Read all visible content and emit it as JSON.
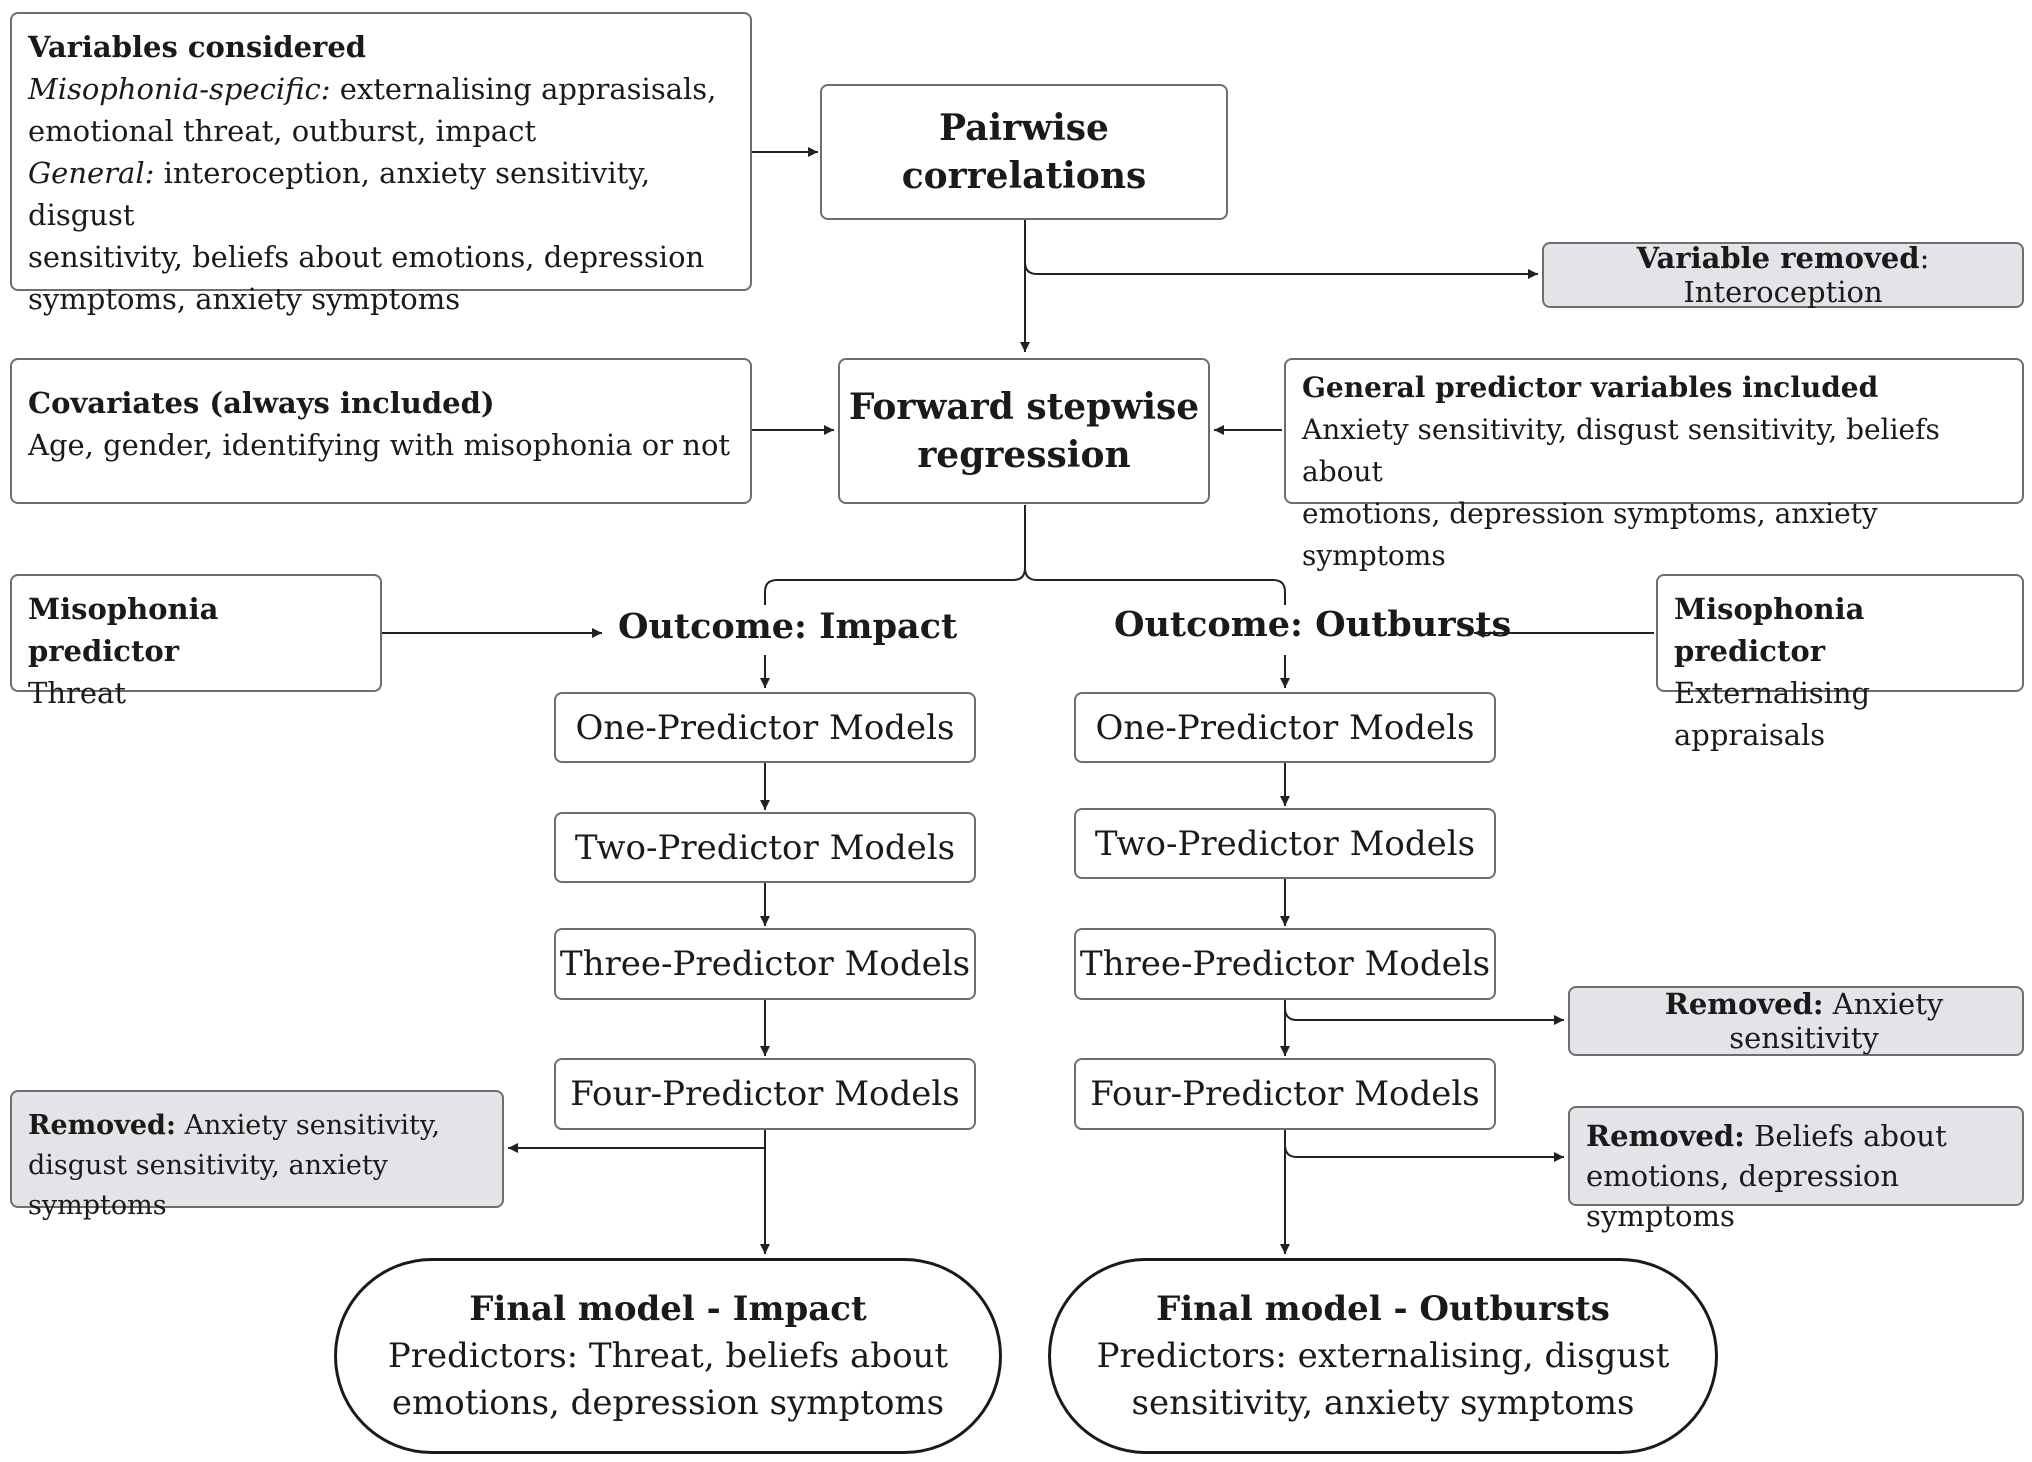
{
  "variables": {
    "title": "Variables considered",
    "line1_label": "Misophonia-specific:",
    "line1_text": " externalising apprasisals,",
    "line2": "emotional threat, outburst, impact",
    "line3_label": "General:",
    "line3_text": " interoception, anxiety sensitivity, disgust",
    "line4": "sensitivity, beliefs about emotions, depression",
    "line5": "symptoms, anxiety symptoms"
  },
  "pairwise": {
    "label": "Pairwise correlations"
  },
  "variable_removed": {
    "label": "Variable removed",
    "text": ": Interoception"
  },
  "covariates": {
    "title": "Covariates (always included)",
    "text": "Age, gender, identifying with misophonia or not"
  },
  "forward": {
    "line1": "Forward stepwise",
    "line2": "regression"
  },
  "general_predictors": {
    "title": "General predictor variables included",
    "line1": "Anxiety sensitivity, disgust sensitivity, beliefs about",
    "line2": "emotions, depression symptoms, anxiety symptoms"
  },
  "misophonia_left": {
    "title": "Misophonia predictor",
    "text": "Threat"
  },
  "misophonia_right": {
    "title": "Misophonia predictor",
    "text": "Externalising appraisals"
  },
  "outcome_impact": "Outcome: Impact",
  "outcome_outbursts": "Outcome: Outbursts",
  "impact_steps": [
    "One-Predictor Models",
    "Two-Predictor Models",
    "Three-Predictor Models",
    "Four-Predictor Models"
  ],
  "outburst_steps": [
    "One-Predictor Models",
    "Two-Predictor Models",
    "Three-Predictor Models",
    "Four-Predictor Models"
  ],
  "removed_left": {
    "label": "Removed:",
    "line1": " Anxiety sensitivity,",
    "line2": "disgust sensitivity, anxiety symptoms"
  },
  "removed_right1": {
    "label": "Removed:",
    "text": " Anxiety sensitivity"
  },
  "removed_right2": {
    "label": "Removed:",
    "line1": " Beliefs about",
    "line2": "emotions, depression symptoms"
  },
  "final_impact": {
    "title": "Final model - Impact",
    "line1": "Predictors: Threat, beliefs about",
    "line2": "emotions, depression symptoms"
  },
  "final_outbursts": {
    "title": "Final model - Outbursts",
    "line1": "Predictors: externalising, disgust",
    "line2": "sensitivity, anxiety symptoms"
  }
}
